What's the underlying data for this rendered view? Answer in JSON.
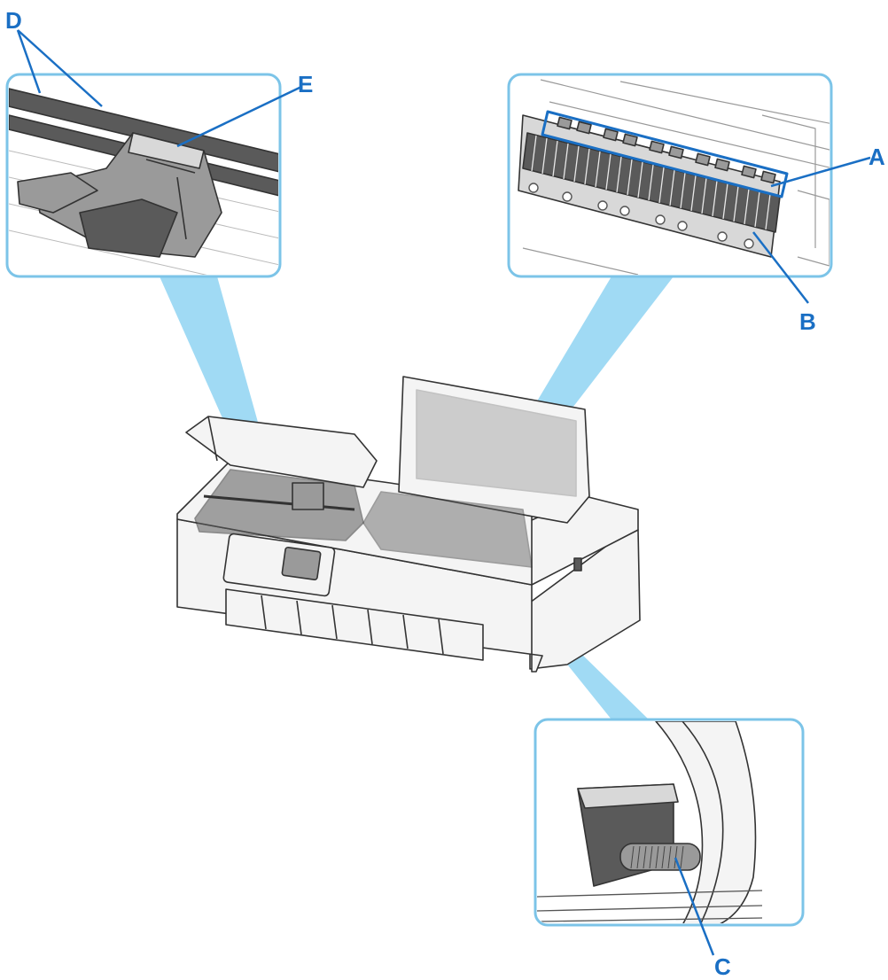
{
  "colors": {
    "accent": "#1a6fc4",
    "callout_fill": "#8fd3f2",
    "inset_border": "#7cc4e8",
    "outline": "#333333",
    "part_dark": "#5a5a5a",
    "part_mid": "#9a9a9a",
    "part_light": "#f4f4f4"
  },
  "labels": {
    "a": "A",
    "b": "B",
    "c": "C",
    "d": "D",
    "e": "E"
  },
  "insets": {
    "carriage": {
      "icon": "carriage-shaft-detail",
      "callouts": [
        "D",
        "E"
      ]
    },
    "platen": {
      "icon": "platen-vacuum-detail",
      "callouts": [
        "A",
        "B"
      ]
    },
    "side": {
      "icon": "side-roller-detail",
      "callouts": [
        "C"
      ]
    }
  },
  "printer": {
    "icon": "large-format-printer-open-covers"
  }
}
